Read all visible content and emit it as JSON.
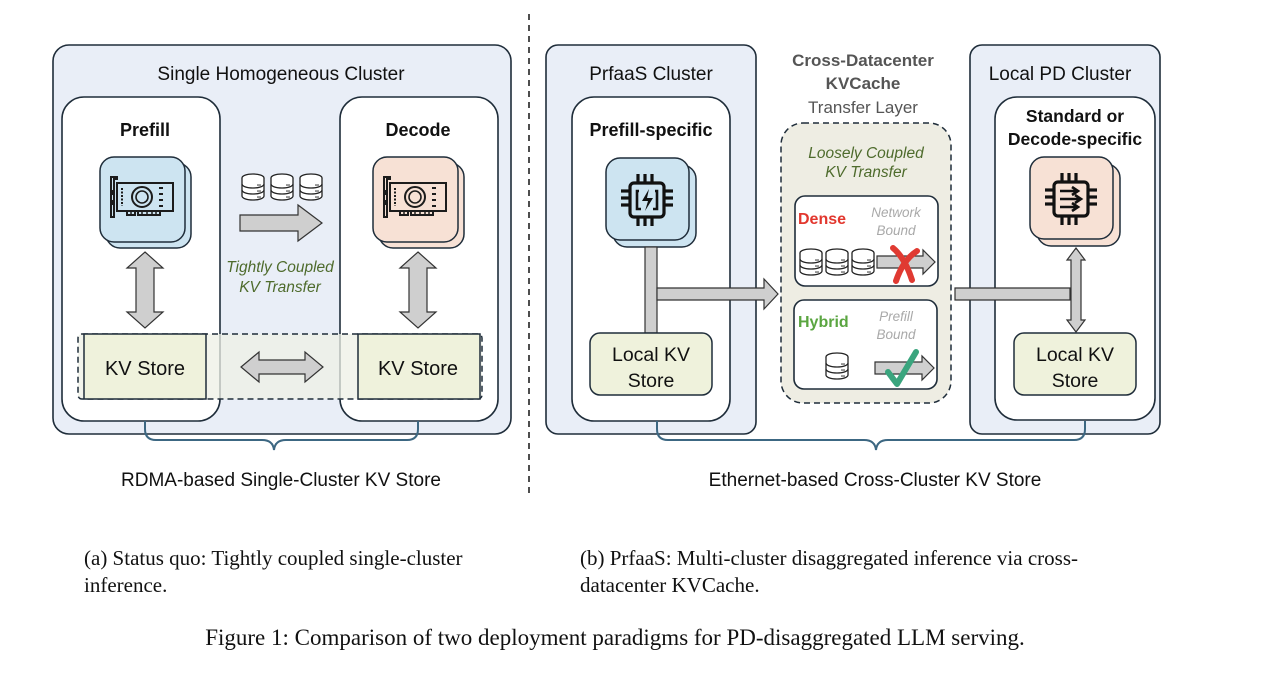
{
  "left_panel": {
    "cluster_title": "Single Homogeneous Cluster",
    "prefill_label": "Prefill",
    "decode_label": "Decode",
    "transfer_label_line1": "Tightly Coupled",
    "transfer_label_line2": "KV Transfer",
    "kv_store_left": "KV Store",
    "kv_store_right": "KV Store",
    "brace_label": "RDMA-based Single-Cluster KV Store"
  },
  "right_panel": {
    "prfaas_title": "PrfaaS Cluster",
    "prefill_specific_label": "Prefill-specific",
    "prfaas_kv_line1": "Local KV",
    "prfaas_kv_line2": "Store",
    "transfer_layer_line1": "Cross-Datacenter",
    "transfer_layer_line2": "KVCache",
    "transfer_layer_line3": "Transfer Layer",
    "loose_line1": "Loosely Coupled",
    "loose_line2": "KV Transfer",
    "dense_label": "Dense",
    "dense_note_line1": "Network",
    "dense_note_line2": "Bound",
    "hybrid_label": "Hybrid",
    "hybrid_note_line1": "Prefill",
    "hybrid_note_line2": "Bound",
    "local_pd_title": "Local PD Cluster",
    "decode_specific_line1": "Standard or",
    "decode_specific_line2": "Decode-specific",
    "local_kv_line1": "Local KV",
    "local_kv_line2": "Store",
    "brace_label": "Ethernet-based Cross-Cluster KV Store"
  },
  "captions": {
    "sub_a_line1": "(a) Status quo: Tightly coupled single-cluster",
    "sub_a_line2": "inference.",
    "sub_b_line1": "(b) PrfaaS: Multi-cluster disaggregated inference via cross-",
    "sub_b_line2": "datacenter KVCache.",
    "figure": "Figure 1: Comparison of two deployment paradigms for PD-disaggregated LLM serving."
  },
  "colors": {
    "cluster_bg": "#e9eef7",
    "outline": "#1f2d3a",
    "gpu_blue": "#cde4f1",
    "gpu_peach": "#f7e1d5",
    "kv_store": "#eff2dc",
    "transfer_layer_bg": "#eeede3",
    "arrow_gray": "#cfcfcf",
    "italic_green": "#4e6b2c",
    "dense_red": "#e2372e",
    "hybrid_green": "#5aa540",
    "note_gray": "#a9a9a9",
    "brace_blue": "#3c6782",
    "check_green": "#3aa57e",
    "cross_red": "#e03a32"
  },
  "icons": {
    "gpu_card": "gpu-card-icon",
    "database": "database-icon",
    "chip_bolt": "chip-lightning-icon",
    "chip_arrows": "chip-arrows-icon",
    "cross_mark": "cross-mark-icon",
    "check_mark": "check-mark-icon"
  }
}
